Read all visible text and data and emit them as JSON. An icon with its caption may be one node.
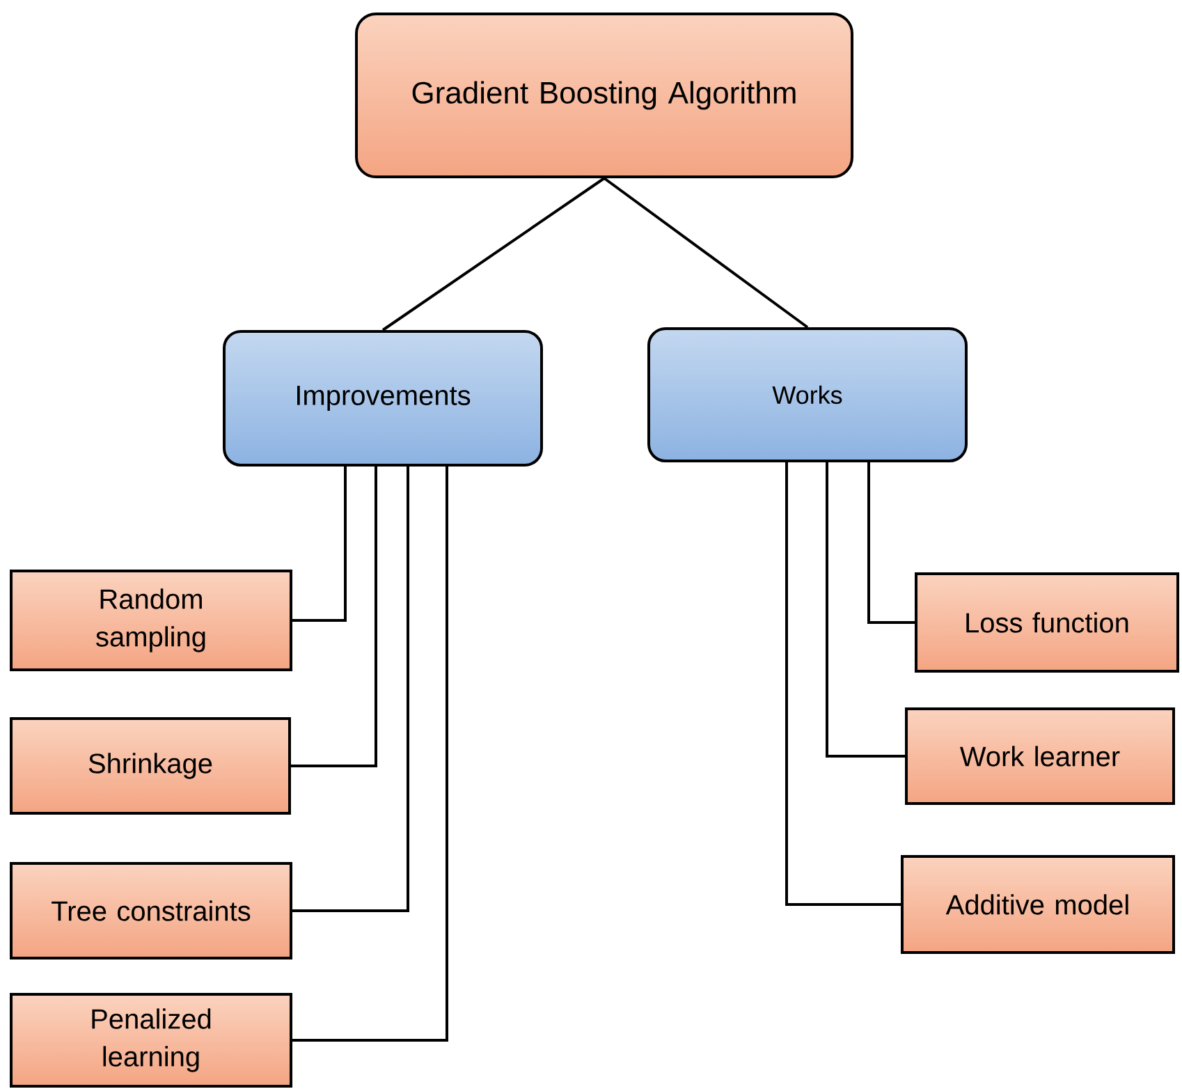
{
  "diagram": {
    "nodes": [
      {
        "text": [
          "Gradient Boosting Algorithm"
        ]
      },
      {
        "text": [
          "Improvements"
        ]
      },
      {
        "text": [
          "Works"
        ]
      },
      {
        "text": [
          "Random sampling"
        ]
      },
      {
        "text": [
          "Shrinkage"
        ]
      },
      {
        "text": [
          "Tree constraints"
        ]
      },
      {
        "text": [
          "Penalized learning"
        ]
      },
      {
        "text": [
          "Loss function"
        ]
      },
      {
        "text": [
          "Work learner"
        ]
      },
      {
        "text": [
          "Additive model"
        ]
      }
    ],
    "edges": [
      {
        "from": 0,
        "to": 1,
        "arrow": "none"
      },
      {
        "from": 0,
        "to": 2,
        "arrow": "none"
      },
      {
        "from": 1,
        "to": 3,
        "arrow": "none"
      },
      {
        "from": 1,
        "to": 4,
        "arrow": "none"
      },
      {
        "from": 1,
        "to": 5,
        "arrow": "none"
      },
      {
        "from": 1,
        "to": 6,
        "arrow": "none"
      },
      {
        "from": 2,
        "to": 7,
        "arrow": "none"
      },
      {
        "from": 2,
        "to": 8,
        "arrow": "none"
      },
      {
        "from": 2,
        "to": 9,
        "arrow": "none"
      }
    ]
  }
}
